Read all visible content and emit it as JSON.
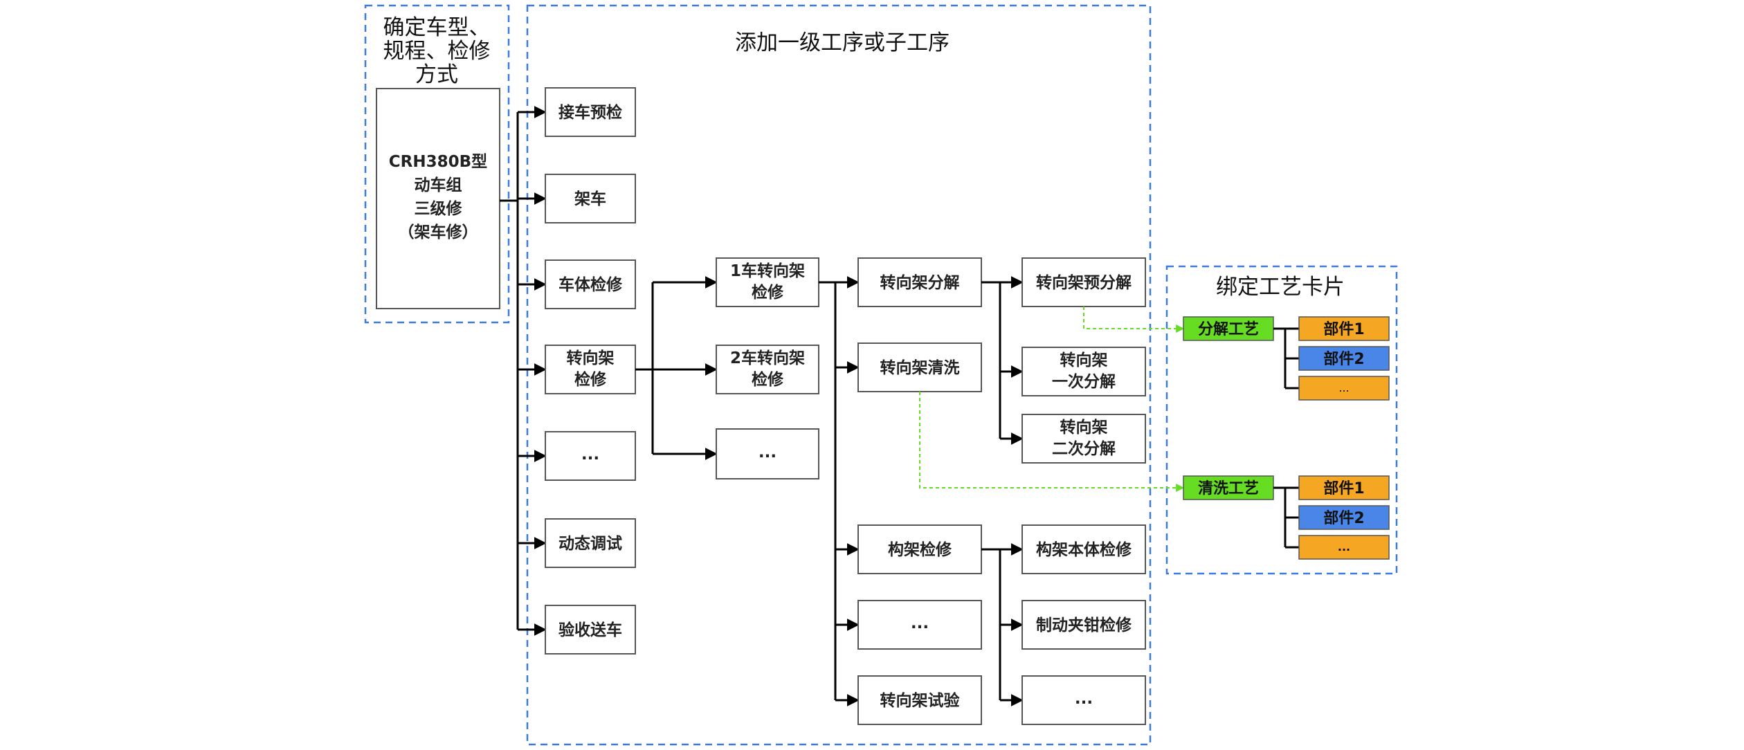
{
  "panels": {
    "left_title": [
      "确定车型、",
      "规程、检修",
      "方式"
    ],
    "left_box": [
      "CRH380B型",
      "动车组",
      "三级修",
      "（架车修）"
    ],
    "middle_title": "添加一级工序或子工序",
    "right_title": "绑定工艺卡片"
  },
  "level1": [
    "接车预检",
    "架车",
    "车体检修",
    "转向架|检修",
    "...",
    "动态调试",
    "验收送车"
  ],
  "level2": [
    "1车转向架|检修",
    "2车转向架|检修",
    "..."
  ],
  "level3": [
    "转向架分解",
    "转向架清洗",
    "构架检修",
    "...",
    "转向架试验"
  ],
  "level4_a": [
    "转向架预分解",
    "转向架|一次分解",
    "转向架|二次分解"
  ],
  "level4_b": [
    "构架本体检修",
    "制动夹钳检修",
    "..."
  ],
  "cards": [
    {
      "process": "分解工艺",
      "parts": [
        "部件1",
        "部件2",
        "..."
      ]
    },
    {
      "process": "清洗工艺",
      "parts": [
        "部件1",
        "部件2",
        "..."
      ]
    }
  ],
  "colors": {
    "dashed_border": "#3b7be0",
    "process_green": "#66dd22",
    "part_orange": "#f5a623",
    "part_blue": "#4a86e8"
  }
}
